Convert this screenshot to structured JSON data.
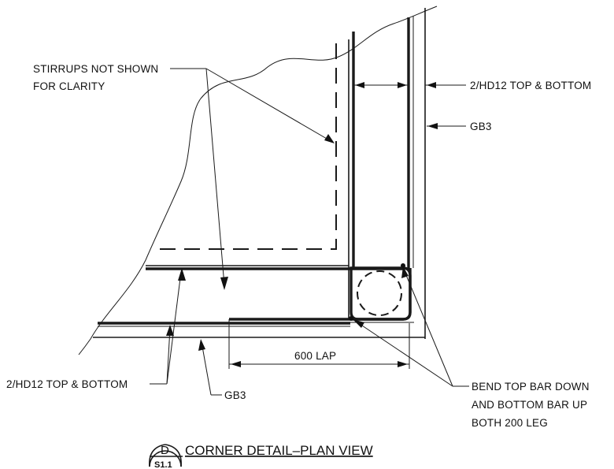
{
  "labels": {
    "stirrups_line1": "STIRRUPS NOT SHOWN",
    "stirrups_line2": "FOR CLARITY",
    "top_right_bars": "2/HD12 TOP & BOTTOM",
    "right_gb3": "GB3",
    "lap": "600 LAP",
    "bottom_left_bars": "2/HD12 TOP & BOTTOM",
    "bottom_gb3": "GB3",
    "bend_line1": "BEND TOP BAR DOWN",
    "bend_line2": "AND BOTTOM BAR UP",
    "bend_line3": "BOTH 200 LEG"
  },
  "title": {
    "detail_letter": "D",
    "sheet_ref": "S1.1",
    "text": "CORNER DETAIL–PLAN VIEW"
  }
}
